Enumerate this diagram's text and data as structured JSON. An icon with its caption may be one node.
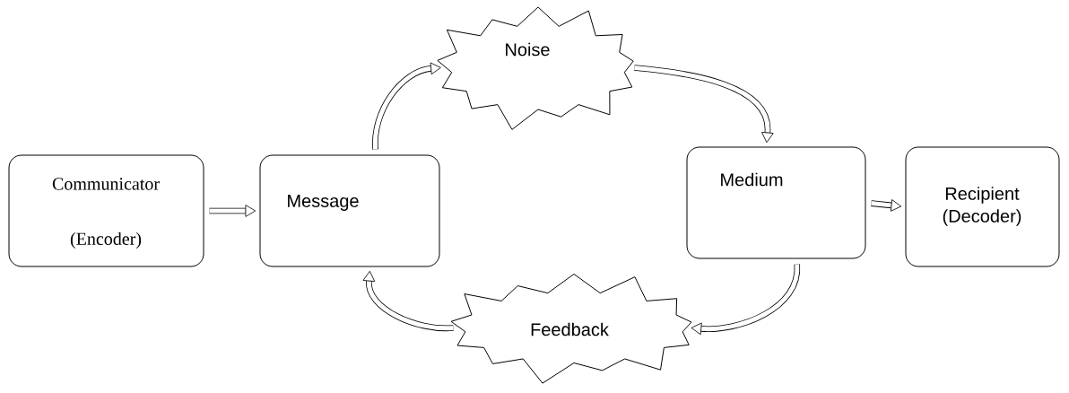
{
  "diagram": {
    "nodes": [
      {
        "text": [
          "Communicator",
          "(Encoder)"
        ]
      },
      {
        "text": [
          "Message"
        ]
      },
      {
        "text": [
          "Noise"
        ]
      },
      {
        "text": [
          "Medium"
        ]
      },
      {
        "text": [
          "Recipient (Decoder)"
        ]
      },
      {
        "text": [
          "Feedback"
        ]
      }
    ],
    "edges": [
      {
        "from": 0,
        "to": 1,
        "arrow": "to"
      },
      {
        "from": 1,
        "to": 2,
        "arrow": "to"
      },
      {
        "from": 2,
        "to": 3,
        "arrow": "to"
      },
      {
        "from": 3,
        "to": 4,
        "arrow": "to"
      },
      {
        "from": 3,
        "to": 5,
        "arrow": "to"
      },
      {
        "from": 5,
        "to": 1,
        "arrow": "to"
      }
    ]
  }
}
